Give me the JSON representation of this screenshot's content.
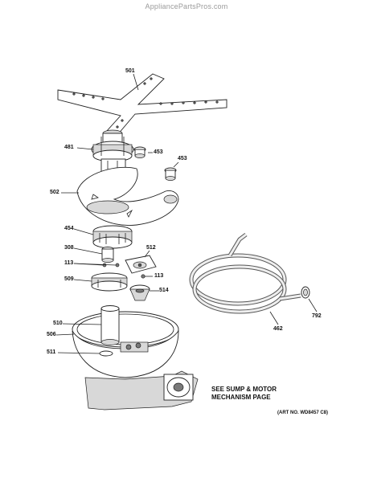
{
  "watermark": "AppliancePartsPros.com",
  "callouts": {
    "p501": "501",
    "p481": "481",
    "p453a": "453",
    "p453b": "453",
    "p502": "502",
    "p454": "454",
    "p308": "308",
    "p512": "512",
    "p113a": "113",
    "p113b": "113",
    "p509": "509",
    "p514": "514",
    "p510": "510",
    "p506": "506",
    "p511": "511",
    "p462": "462",
    "p792": "792"
  },
  "note": {
    "line1": "SEE SUMP & MOTOR",
    "line2": "MECHANISM PAGE"
  },
  "art_number": "(ART NO. WD8457 C8)"
}
